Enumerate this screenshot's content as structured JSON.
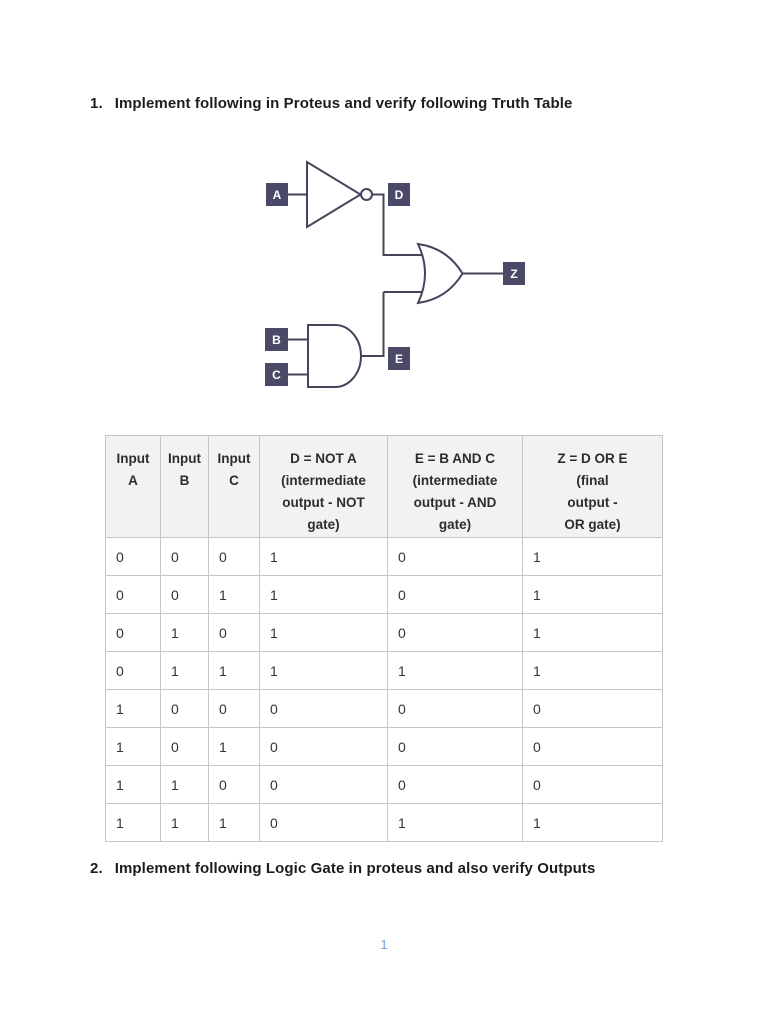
{
  "document": {
    "questions": [
      {
        "number": "1.",
        "text": "Implement following in Proteus and verify following Truth Table"
      },
      {
        "number": "2.",
        "text": "Implement following Logic Gate in proteus and also verify Outputs"
      }
    ],
    "page_number": "1"
  },
  "circuit": {
    "labels": {
      "A": "A",
      "B": "B",
      "C": "C",
      "D": "D",
      "E": "E",
      "Z": "Z"
    },
    "gates": [
      "not-gate",
      "and-gate",
      "or-gate"
    ],
    "colors": {
      "label_box": "#4a4967",
      "wire": "#45445b"
    }
  },
  "truth_table": {
    "headers": [
      "Input\nA",
      "Input\nB",
      "Input\nC",
      "D = NOT A\n(intermediate\noutput - NOT\ngate)",
      "E = B AND C\n(intermediate\noutput - AND\ngate)",
      "Z = D OR E\n(final\noutput -\nOR gate)"
    ],
    "rows": [
      [
        "0",
        "0",
        "0",
        "1",
        "0",
        "1"
      ],
      [
        "0",
        "0",
        "1",
        "1",
        "0",
        "1"
      ],
      [
        "0",
        "1",
        "0",
        "1",
        "0",
        "1"
      ],
      [
        "0",
        "1",
        "1",
        "1",
        "1",
        "1"
      ],
      [
        "1",
        "0",
        "0",
        "0",
        "0",
        "0"
      ],
      [
        "1",
        "0",
        "1",
        "0",
        "0",
        "0"
      ],
      [
        "1",
        "1",
        "0",
        "0",
        "0",
        "0"
      ],
      [
        "1",
        "1",
        "1",
        "0",
        "1",
        "1"
      ]
    ]
  }
}
